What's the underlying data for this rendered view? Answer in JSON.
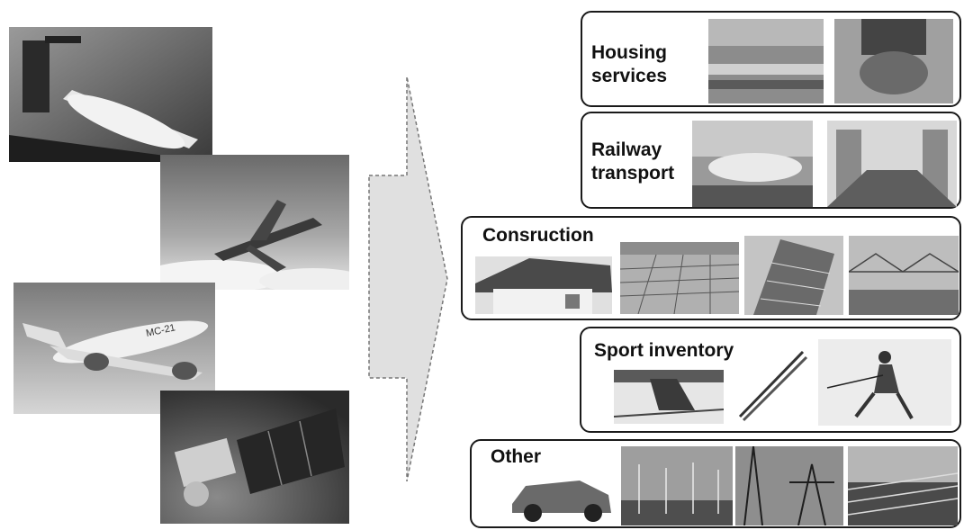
{
  "categories": [
    {
      "id": "housing",
      "label_line1": "Housing",
      "label_line2": "services"
    },
    {
      "id": "railway",
      "label_line1": "Railway",
      "label_line2": "transport"
    },
    {
      "id": "construction",
      "label": "Consruction"
    },
    {
      "id": "sport",
      "label": "Sport inventory"
    },
    {
      "id": "other",
      "label": "Other"
    }
  ],
  "photo_watermark": "",
  "airliner_tail_text": "MC-21",
  "colors": {
    "border": "#1a1a1a",
    "arrow_fill": "#e0e0e0",
    "arrow_stroke": "#777777"
  }
}
